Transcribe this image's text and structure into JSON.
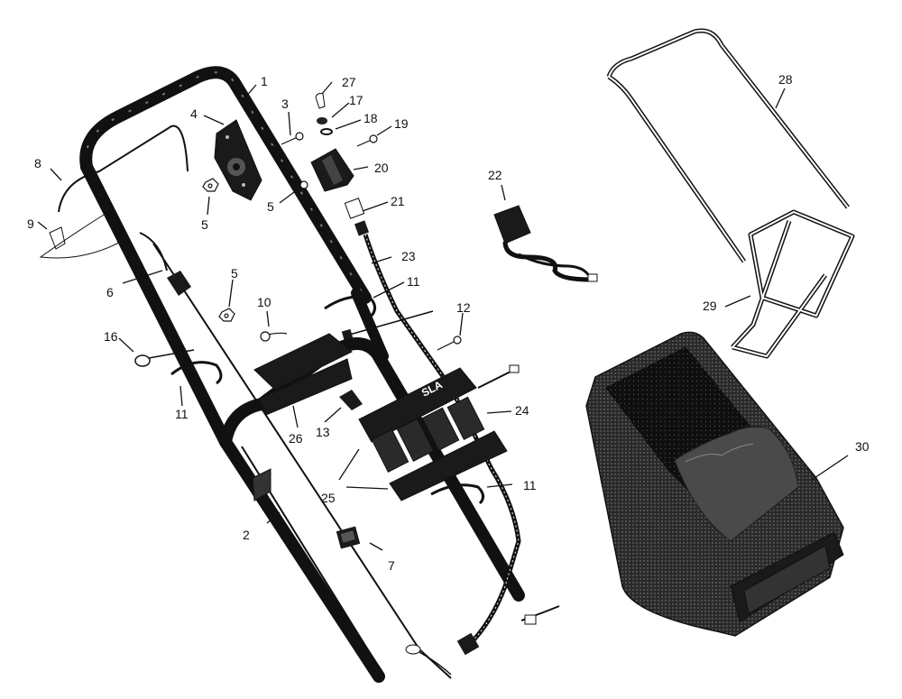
{
  "callouts": {
    "c1": "1",
    "c2": "2",
    "c3": "3",
    "c4": "4",
    "c5a": "5",
    "c5b": "5",
    "c5c": "5",
    "c6": "6",
    "c7": "7",
    "c8": "8",
    "c9": "9",
    "c10": "10",
    "c11a": "11",
    "c11b": "11",
    "c11c": "11",
    "c12": "12",
    "c13": "13",
    "c16": "16",
    "c17": "17",
    "c18": "18",
    "c19": "19",
    "c20": "20",
    "c21": "21",
    "c22": "22",
    "c23": "23",
    "c24": "24",
    "c25": "25",
    "c26": "26",
    "c27": "27",
    "c28": "28",
    "c29": "29",
    "c30": "30"
  },
  "battery_label": "SLA",
  "colors": {
    "ink": "#111111",
    "fill_dark": "#1a1a1a",
    "paper": "#ffffff"
  }
}
